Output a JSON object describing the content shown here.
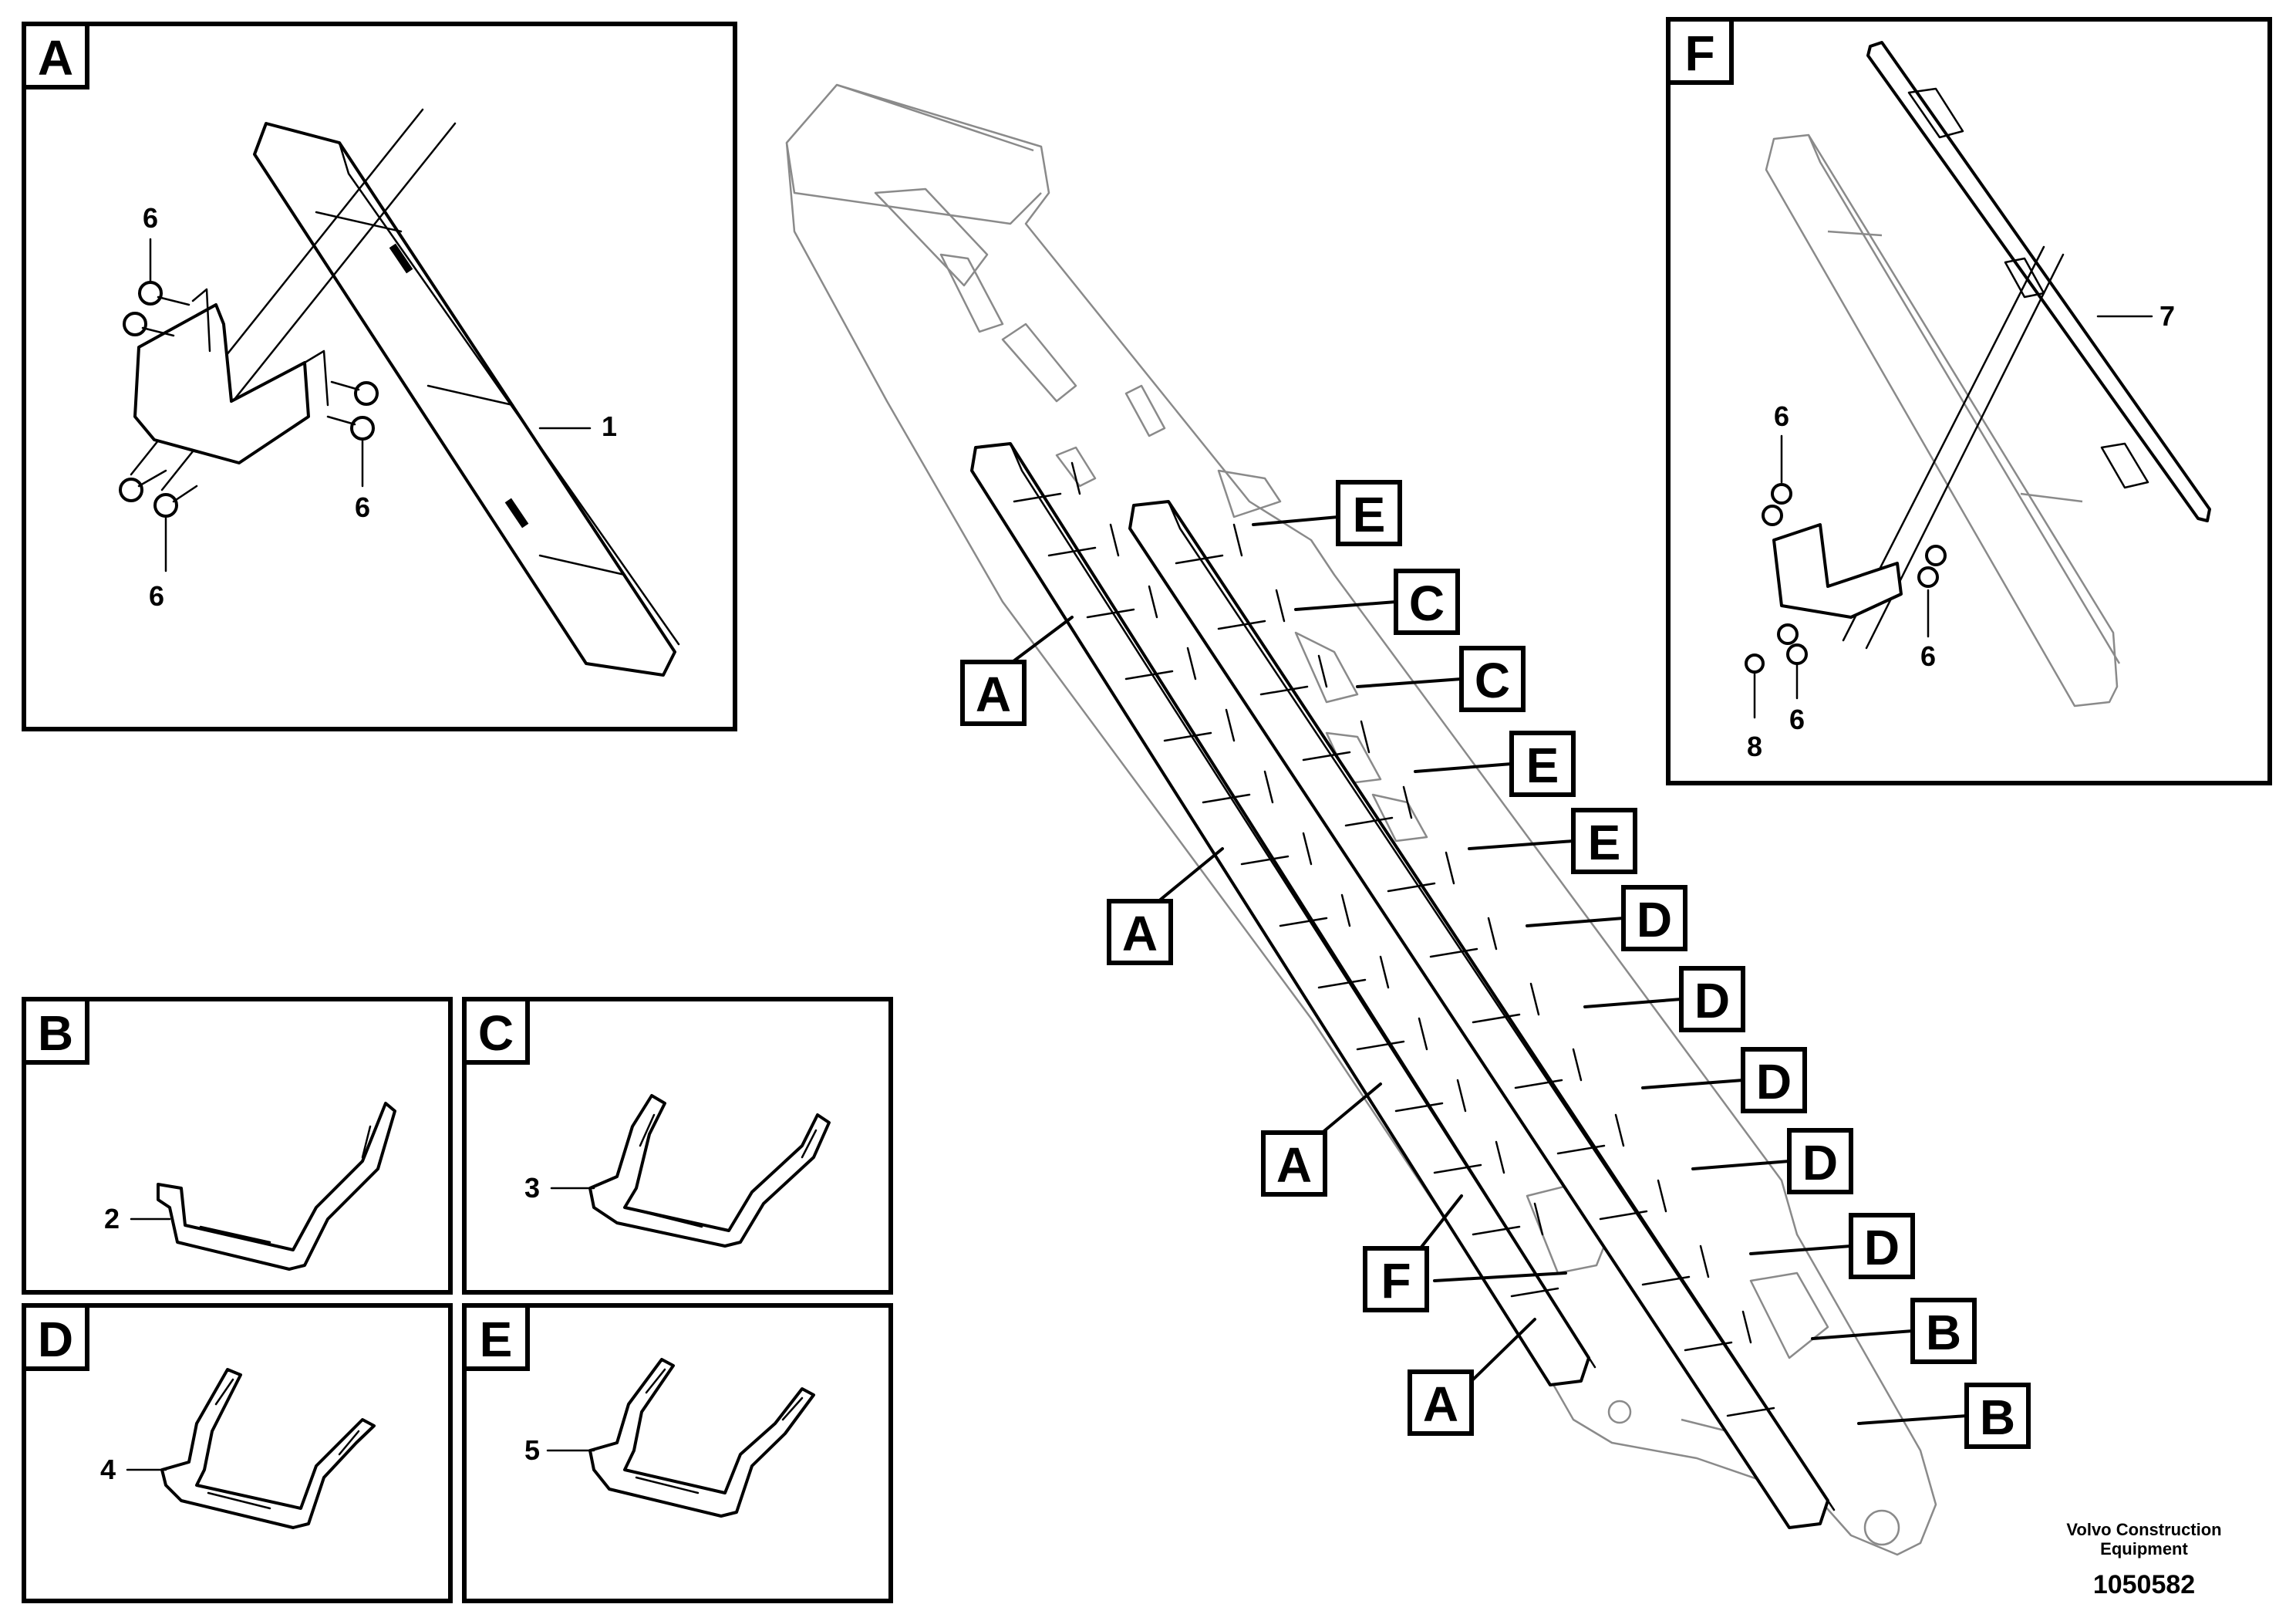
{
  "panels": {
    "A": {
      "letter": "A",
      "items": [
        "6",
        "1",
        "6",
        "6"
      ]
    },
    "F": {
      "letter": "F",
      "items": [
        "7",
        "6",
        "6",
        "6",
        "8"
      ]
    },
    "B": {
      "letter": "B",
      "item": "2"
    },
    "C": {
      "letter": "C",
      "item": "3"
    },
    "D": {
      "letter": "D",
      "item": "4"
    },
    "E": {
      "letter": "E",
      "item": "5"
    }
  },
  "callouts": [
    "E",
    "C",
    "C",
    "E",
    "E",
    "D",
    "D",
    "D",
    "D",
    "D",
    "B",
    "B",
    "A",
    "A",
    "A",
    "F",
    "A"
  ],
  "footer": {
    "brand_line1": "Volvo Construction",
    "brand_line2": "Equipment",
    "doc_number": "1050582"
  }
}
